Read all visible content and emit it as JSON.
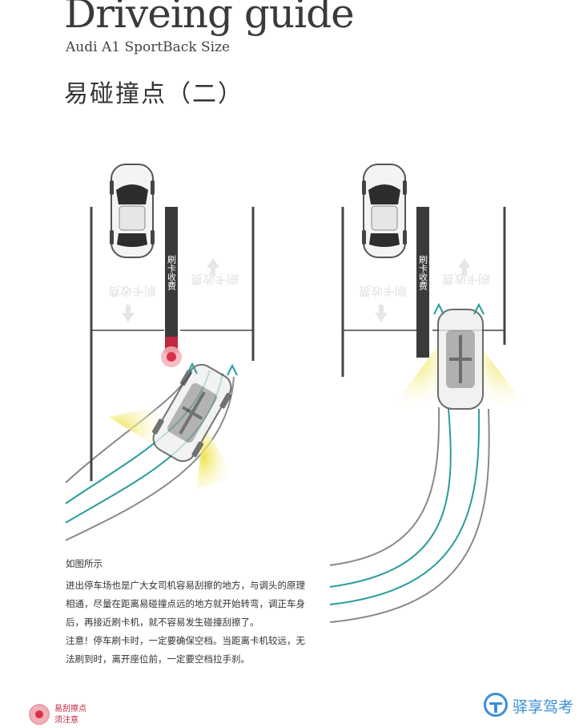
{
  "header": {
    "title": "Driveing guide",
    "subtitle": "Audi A1 SportBack Size",
    "heading": "易碰撞点（二）"
  },
  "diagram_left": {
    "booth_label": "刷卡收费",
    "lane_label_left": "刷卡收费",
    "lane_label_right": "刷卡收费"
  },
  "diagram_right": {
    "booth_label": "刷卡收费",
    "lane_label_left": "刷卡收费",
    "lane_label_right": "刷卡收费"
  },
  "body": {
    "caption": "如图所示",
    "lines": [
      "进出停车场也是广大女司机容易刮擦的地方，与调头的原理",
      "相通，尽量在距离易碰撞点远的地方就开始转弯，调正车身",
      "后，再接近刷卡机，就不容易发生碰撞刮擦了。",
      "注意！停车刷卡时，一定要确保空档。当距离卡机较远，无",
      "法刷到时，离开座位前，一定要空档拉手刹。"
    ]
  },
  "legend": {
    "line1": "易刮擦点",
    "line2": "须注意"
  },
  "watermark": {
    "text": "驿享驾考"
  },
  "colors": {
    "teal_track": "#2a9d9a",
    "gray_track": "#8a8a8a",
    "warning_red": "#c0283e",
    "light_yellow": "#f4ef7a",
    "watermark_blue": "#3a8fd8"
  }
}
